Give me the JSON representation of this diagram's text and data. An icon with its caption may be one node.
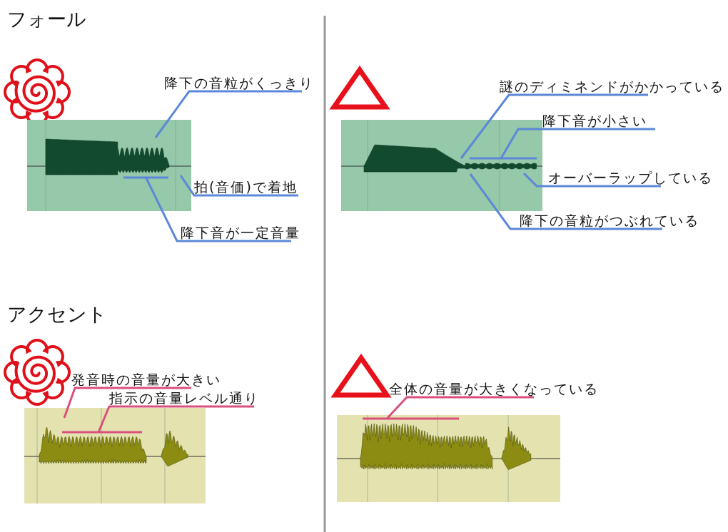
{
  "diagram": {
    "nodes": [
      {
        "text": [
          "降下の音粒がくっきり"
        ]
      },
      {
        "text": [
          "拍(音価)で着地"
        ]
      },
      {
        "text": [
          "降下音が一定音量"
        ]
      },
      {
        "text": [
          "謎のディミネンドがかかっている"
        ]
      },
      {
        "text": [
          "降下音が小さい"
        ]
      },
      {
        "text": [
          "オーバーラップしている"
        ]
      },
      {
        "text": [
          "降下の音粒がつぶれている"
        ]
      },
      {
        "text": [
          "発音時の音量が大きい"
        ]
      },
      {
        "text": [
          "指示の音量レベル通り"
        ]
      },
      {
        "text": [
          "全体の音量が大きくなっている"
        ]
      },
      {
        "text": [],
        "shape": "picture"
      },
      {
        "text": [],
        "shape": "picture"
      },
      {
        "text": [],
        "shape": "picture"
      },
      {
        "text": [],
        "shape": "picture"
      }
    ],
    "edges": [
      {
        "from": 0,
        "to": 10,
        "arrow": "none"
      },
      {
        "from": 1,
        "to": 10,
        "arrow": "none"
      },
      {
        "from": 2,
        "to": 10,
        "arrow": "none"
      },
      {
        "from": 3,
        "to": 11,
        "arrow": "none"
      },
      {
        "from": 4,
        "to": 11,
        "arrow": "none"
      },
      {
        "from": 5,
        "to": 11,
        "arrow": "none"
      },
      {
        "from": 6,
        "to": 11,
        "arrow": "none"
      },
      {
        "from": 7,
        "to": 12,
        "arrow": "none",
        "color": "#d9507f"
      },
      {
        "from": 8,
        "to": 12,
        "arrow": "none",
        "color": "#d9507f"
      },
      {
        "from": 9,
        "to": 13,
        "arrow": "none",
        "color": "#d9507f"
      }
    ],
    "labels": [
      "フォール",
      "アクセント"
    ]
  }
}
